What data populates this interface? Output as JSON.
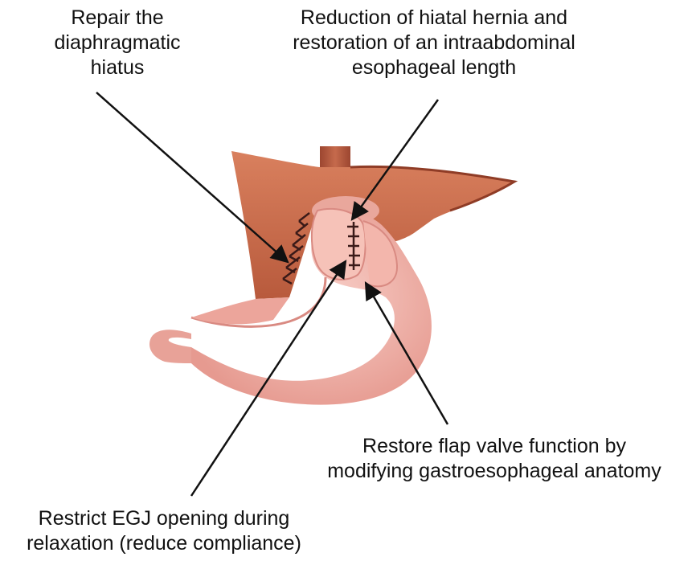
{
  "colors": {
    "diaphragm": "#c96846",
    "diaphragm_dark": "#a84a2e",
    "stomach": "#f0aaa0",
    "stomach_light": "#f8cfc8",
    "stomach_shadow": "#d98a82",
    "esophagus": "#b85a3c",
    "suture": "#3a1a18",
    "arrow": "#111111"
  },
  "labels": {
    "repair": [
      "Repair the",
      "diaphragmatic",
      "hiatus"
    ],
    "reduction": [
      "Reduction of hiatal hernia and",
      "restoration of an intraabdominal",
      "esophageal length"
    ],
    "flap": [
      "Restore flap valve function by",
      "modifying gastroesophageal anatomy"
    ],
    "restrict": [
      "Restrict EGJ opening during",
      "relaxation (reduce compliance)"
    ]
  }
}
